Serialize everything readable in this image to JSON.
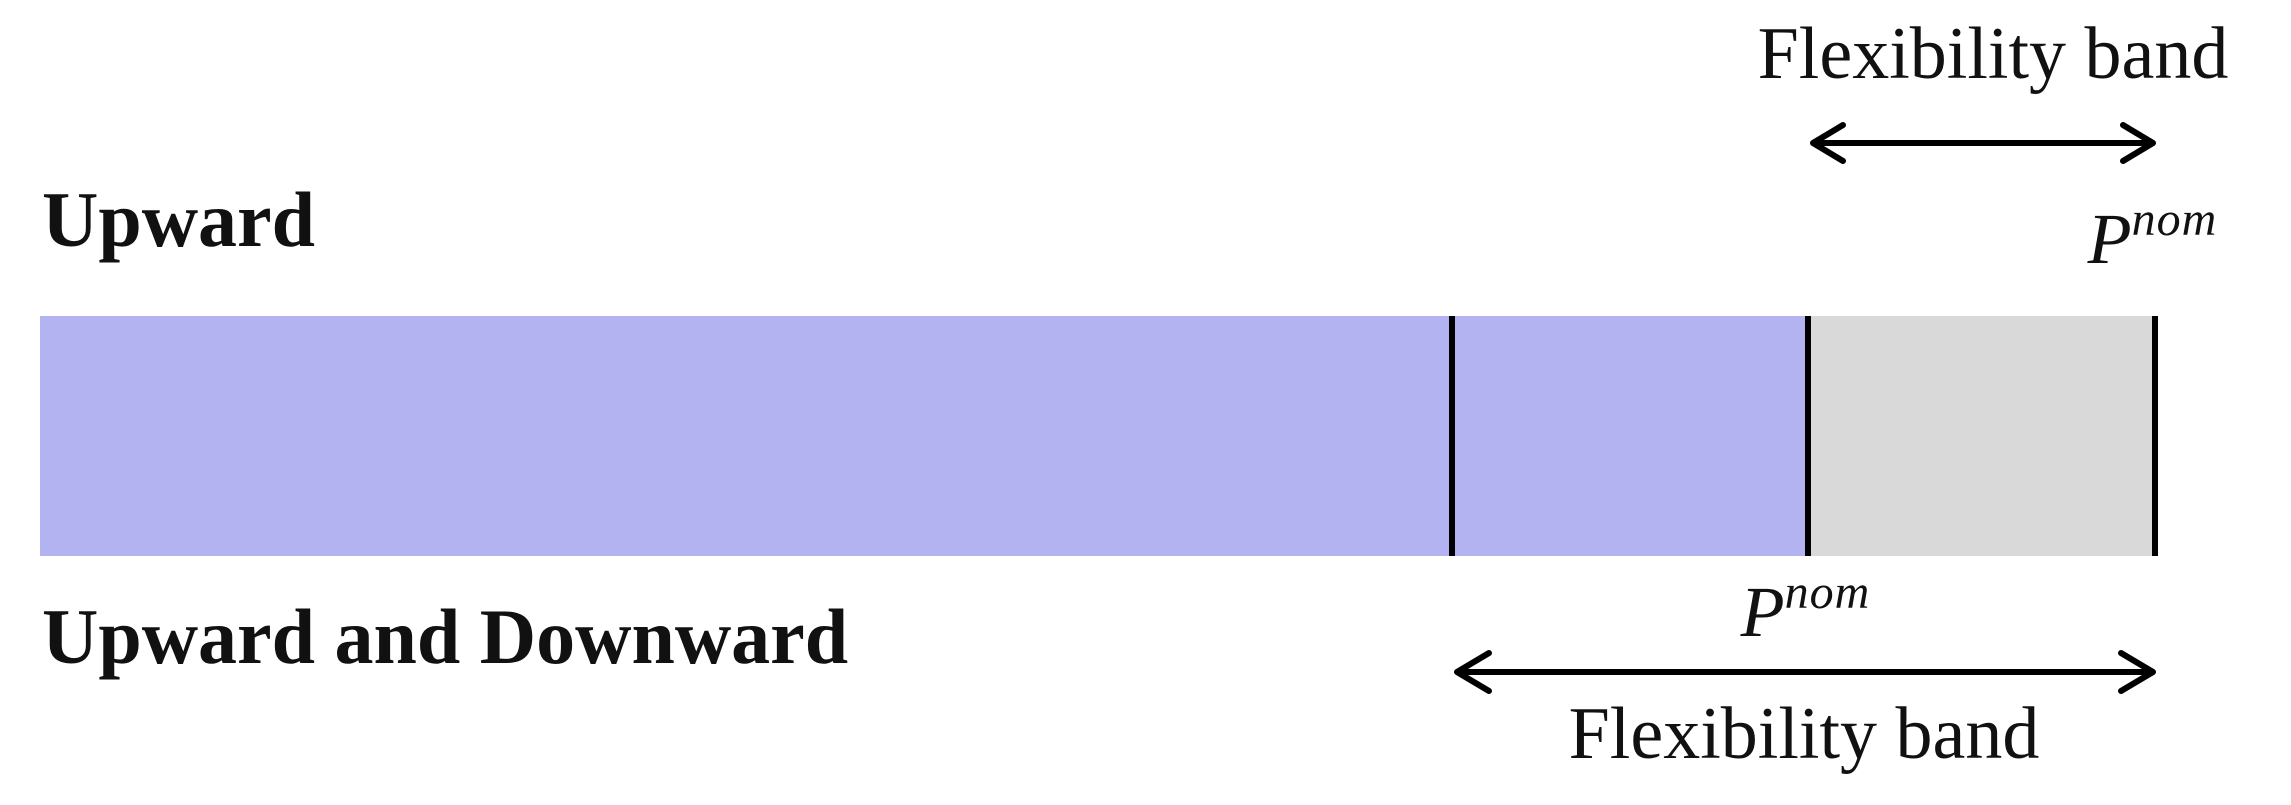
{
  "labels": {
    "upward": "Upward",
    "upward_downward": "Upward and Downward",
    "flex_band_top": "Flexibility band",
    "flex_band_bottom": "Flexibility band",
    "pnom_base": "P",
    "pnom_sup": "nom"
  },
  "colors": {
    "band_purple": "#b3b3f2",
    "band_gray": "#d9d9d9",
    "marker_line": "#000000",
    "text": "#111111"
  },
  "icons": {
    "top_arrow": "double-headed-arrow",
    "bottom_arrow": "double-headed-arrow"
  },
  "diagram": {
    "type": "flexibility-band-bar",
    "segments": [
      {
        "name": "operating-range",
        "color": "#b3b3f2"
      },
      {
        "name": "upward-flexibility-band",
        "color": "#d9d9d9"
      }
    ],
    "markers": [
      {
        "name": "downward-band-start"
      },
      {
        "name": "nominal-power-pnom"
      },
      {
        "name": "maximum-power"
      }
    ]
  }
}
